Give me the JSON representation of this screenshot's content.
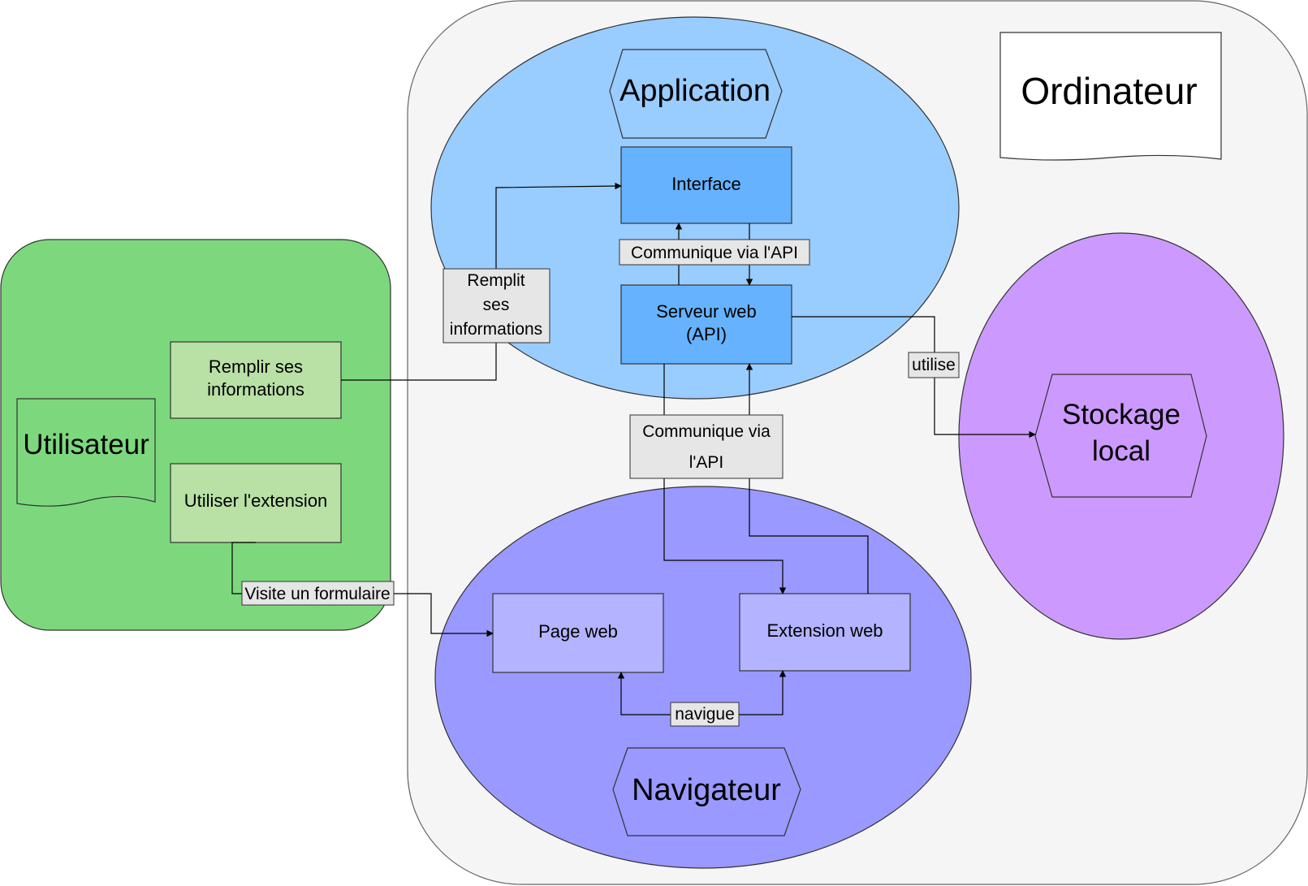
{
  "diagram": {
    "containers": {
      "ordinateur": "Ordinateur",
      "utilisateur": "Utilisateur"
    },
    "groups": {
      "application": "Application",
      "navigateur": "Navigateur",
      "stockage_line1": "Stockage",
      "stockage_line2": "local"
    },
    "boxes": {
      "interface": "Interface",
      "serveur_line1": "Serveur web",
      "serveur_line2": "(API)",
      "remplir_line1": "Remplir ses",
      "remplir_line2": "informations",
      "utiliser": "Utiliser l'extension",
      "page_web": "Page web",
      "extension_web": "Extension web"
    },
    "edge_labels": {
      "communique_top": "Communique via l'API",
      "communique_mid_line1": "Communique via",
      "communique_mid_line2": "l'API",
      "remplit_line1": "Remplit",
      "remplit_line2": "ses",
      "remplit_line3": "informations",
      "utilise": "utilise",
      "visite": "Visite un formulaire",
      "navigue": "navigue"
    },
    "colors": {
      "ordinateur_fill": "#f5f5f5",
      "utilisateur_fill": "#7dd87d",
      "application_fill": "#99ccff",
      "navigateur_fill": "#9999ff",
      "stockage_fill": "#cc99ff",
      "app_box_fill": "#66b2ff",
      "user_box_fill": "#b9e0a5",
      "nav_box_fill": "#b3b3ff",
      "label_fill": "#e6e6e6"
    }
  }
}
